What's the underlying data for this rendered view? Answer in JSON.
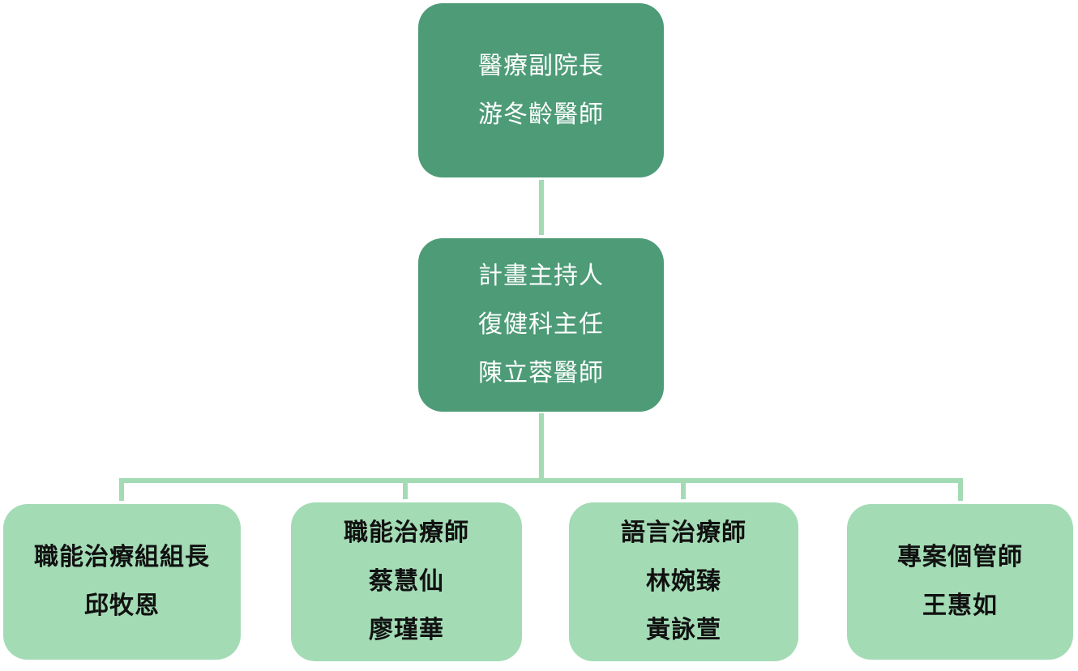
{
  "colors": {
    "top_box": "#4d9b77",
    "bottom_box": "#a3dbb5",
    "connector": "#a3dbb5",
    "top_text": "#ffffff",
    "bottom_text": "#111111"
  },
  "nodes": {
    "vice_president": {
      "lines": [
        "醫療副院長",
        "游冬齡醫師"
      ]
    },
    "director": {
      "lines": [
        "計畫主持人",
        "復健科主任",
        "陳立蓉醫師"
      ]
    },
    "ot_leader": {
      "lines": [
        "職能治療組組長",
        "邱牧恩"
      ]
    },
    "ot": {
      "lines": [
        "職能治療師",
        "蔡慧仙",
        "廖瑾華"
      ]
    },
    "st": {
      "lines": [
        "語言治療師",
        "林婉臻",
        "黃詠萱"
      ]
    },
    "case_manager": {
      "lines": [
        "專案個管師",
        "王惠如"
      ]
    }
  }
}
